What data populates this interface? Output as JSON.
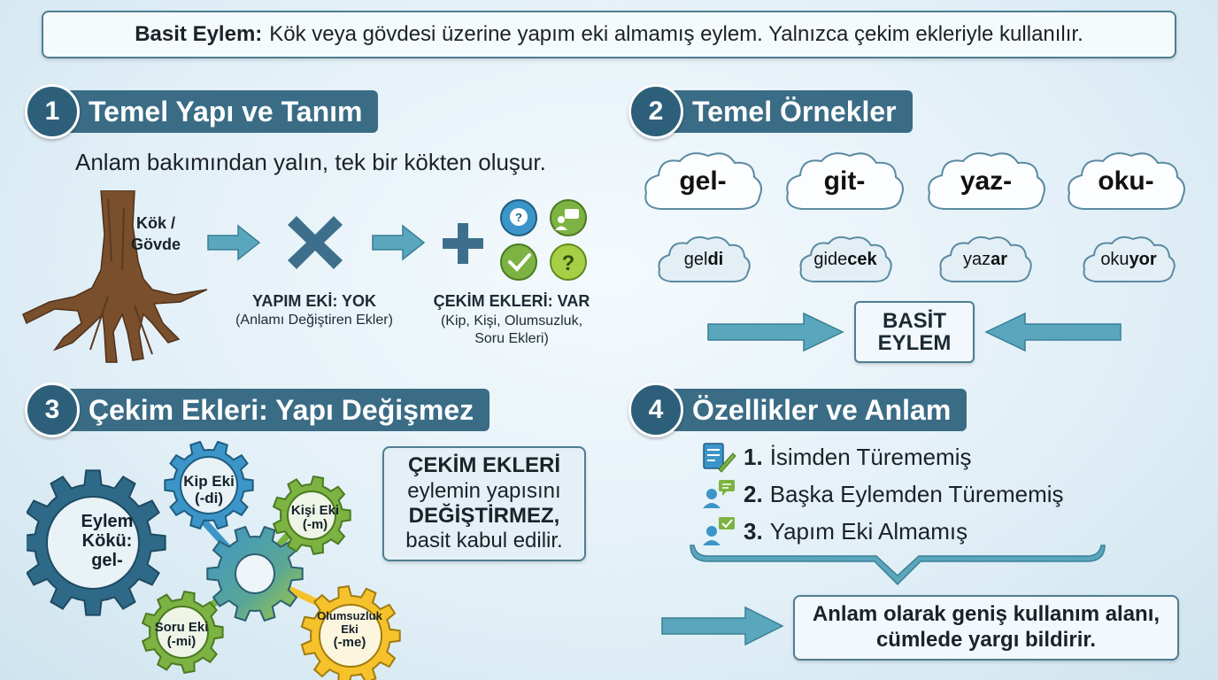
{
  "definition": {
    "term": "Basit Eylem:",
    "text": "Kök veya gövdesi üzerine yapım eki almamış eylem. Yalnızca çekim ekleriyle kullanılır."
  },
  "sections": {
    "s1": {
      "num": "1",
      "title": "Temel Yapı ve Tanım"
    },
    "s2": {
      "num": "2",
      "title": "Temel Örnekler"
    },
    "s3": {
      "num": "3",
      "title": "Çekim Ekleri: Yapı Değişmez"
    },
    "s4": {
      "num": "4",
      "title": "Özellikler ve Anlam"
    }
  },
  "structure": {
    "subtitle": "Anlam bakımından yalın, tek bir kökten oluşur.",
    "root_label_1": "Kök /",
    "root_label_2": "Gövde",
    "yapim_title": "YAPIM EKİ: YOK",
    "yapim_desc": "(Anlamı Değiştiren Ekler)",
    "cekim_title": "ÇEKİM EKLERİ: VAR",
    "cekim_desc_1": "(Kip, Kişi, Olumsuzluk,",
    "cekim_desc_2": "Soru Ekleri)"
  },
  "examples": {
    "roots": [
      "gel-",
      "git-",
      "yaz-",
      "oku-"
    ],
    "inflected": [
      {
        "stem": "gel",
        "suffix": "di"
      },
      {
        "stem": "gide",
        "suffix": "cek"
      },
      {
        "stem": "yaz",
        "suffix": "ar"
      },
      {
        "stem": "oku",
        "suffix": "yor"
      }
    ],
    "result_line1": "BASİT",
    "result_line2": "EYLEM"
  },
  "gears": {
    "main": [
      "Eylem",
      "Kökü:",
      "gel-"
    ],
    "kip": [
      "Kip Eki",
      "(-di)"
    ],
    "kisi": [
      "Kişi Eki",
      "(-m)"
    ],
    "soru": [
      "Soru Eki",
      "(-mi)"
    ],
    "olumsuzluk": [
      "Olumsuzluk",
      "Eki",
      "(-me)"
    ],
    "colors": {
      "main": "#2e6a88",
      "kip": "#3c95c9",
      "kisi": "#7cb342",
      "soru": "#7cb342",
      "olumsuzluk": "#f6c22c"
    }
  },
  "cekim_box": {
    "line1": "ÇEKİM EKLERİ",
    "line2": "eylemin yapısını",
    "line3": "DEĞİŞTİRMEZ,",
    "line4": "basit kabul edilir."
  },
  "features": [
    {
      "num": "1.",
      "text": "İsimden Türememiş",
      "icon": "document-pen-icon"
    },
    {
      "num": "2.",
      "text": "Başka Eylemden Türememiş",
      "icon": "person-chat-icon"
    },
    {
      "num": "3.",
      "text": "Yapım Eki Almamış",
      "icon": "person-check-icon"
    }
  ],
  "meaning": {
    "line1": "Anlam olarak geniş kullanım alanı,",
    "line2": "cümlede yargı bildirir."
  },
  "colors": {
    "accent": "#3a6c86",
    "arrow": "#5aa7bd",
    "cross": "#3d6f8c"
  }
}
